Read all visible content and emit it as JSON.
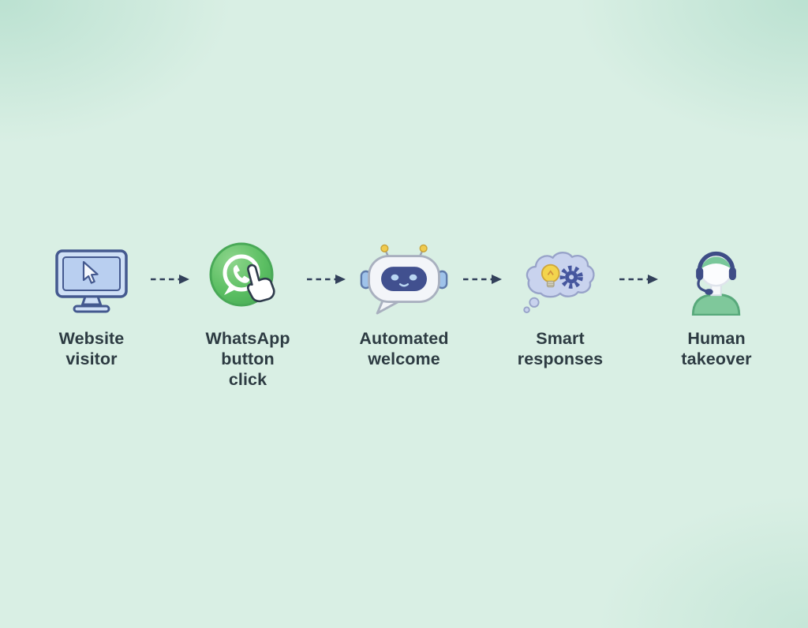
{
  "flow": {
    "steps": [
      {
        "name": "website-visitor",
        "icon": "monitor-cursor-icon",
        "lines": [
          "Website",
          "visitor"
        ]
      },
      {
        "name": "whatsapp-button-click",
        "icon": "whatsapp-click-icon",
        "lines": [
          "WhatsApp",
          "button",
          "click"
        ]
      },
      {
        "name": "automated-welcome",
        "icon": "chatbot-icon",
        "lines": [
          "Automated",
          "welcome"
        ]
      },
      {
        "name": "smart-responses",
        "icon": "idea-cloud-icon",
        "lines": [
          "Smart",
          "responses"
        ]
      },
      {
        "name": "human-takeover",
        "icon": "support-agent-icon",
        "lines": [
          "Human",
          "takeover"
        ]
      }
    ],
    "connectors": {
      "count": 4,
      "style": "dashed-arrow",
      "color": "#32405a"
    }
  },
  "colors": {
    "background": "#d9efe4",
    "text": "#2d3b42",
    "arrow": "#32405a",
    "monitor_fill": "#cfe0f6",
    "monitor_outline": "#44598f",
    "whatsapp_green": "#5cbf63",
    "robot_face_navy": "#41508f",
    "cloud_periwinkle": "#c9d3ee",
    "bulb_yellow": "#f3d44d",
    "gear_blue": "#46569e",
    "shirt_green": "#7fc89b",
    "headset_navy": "#3e4d86"
  }
}
